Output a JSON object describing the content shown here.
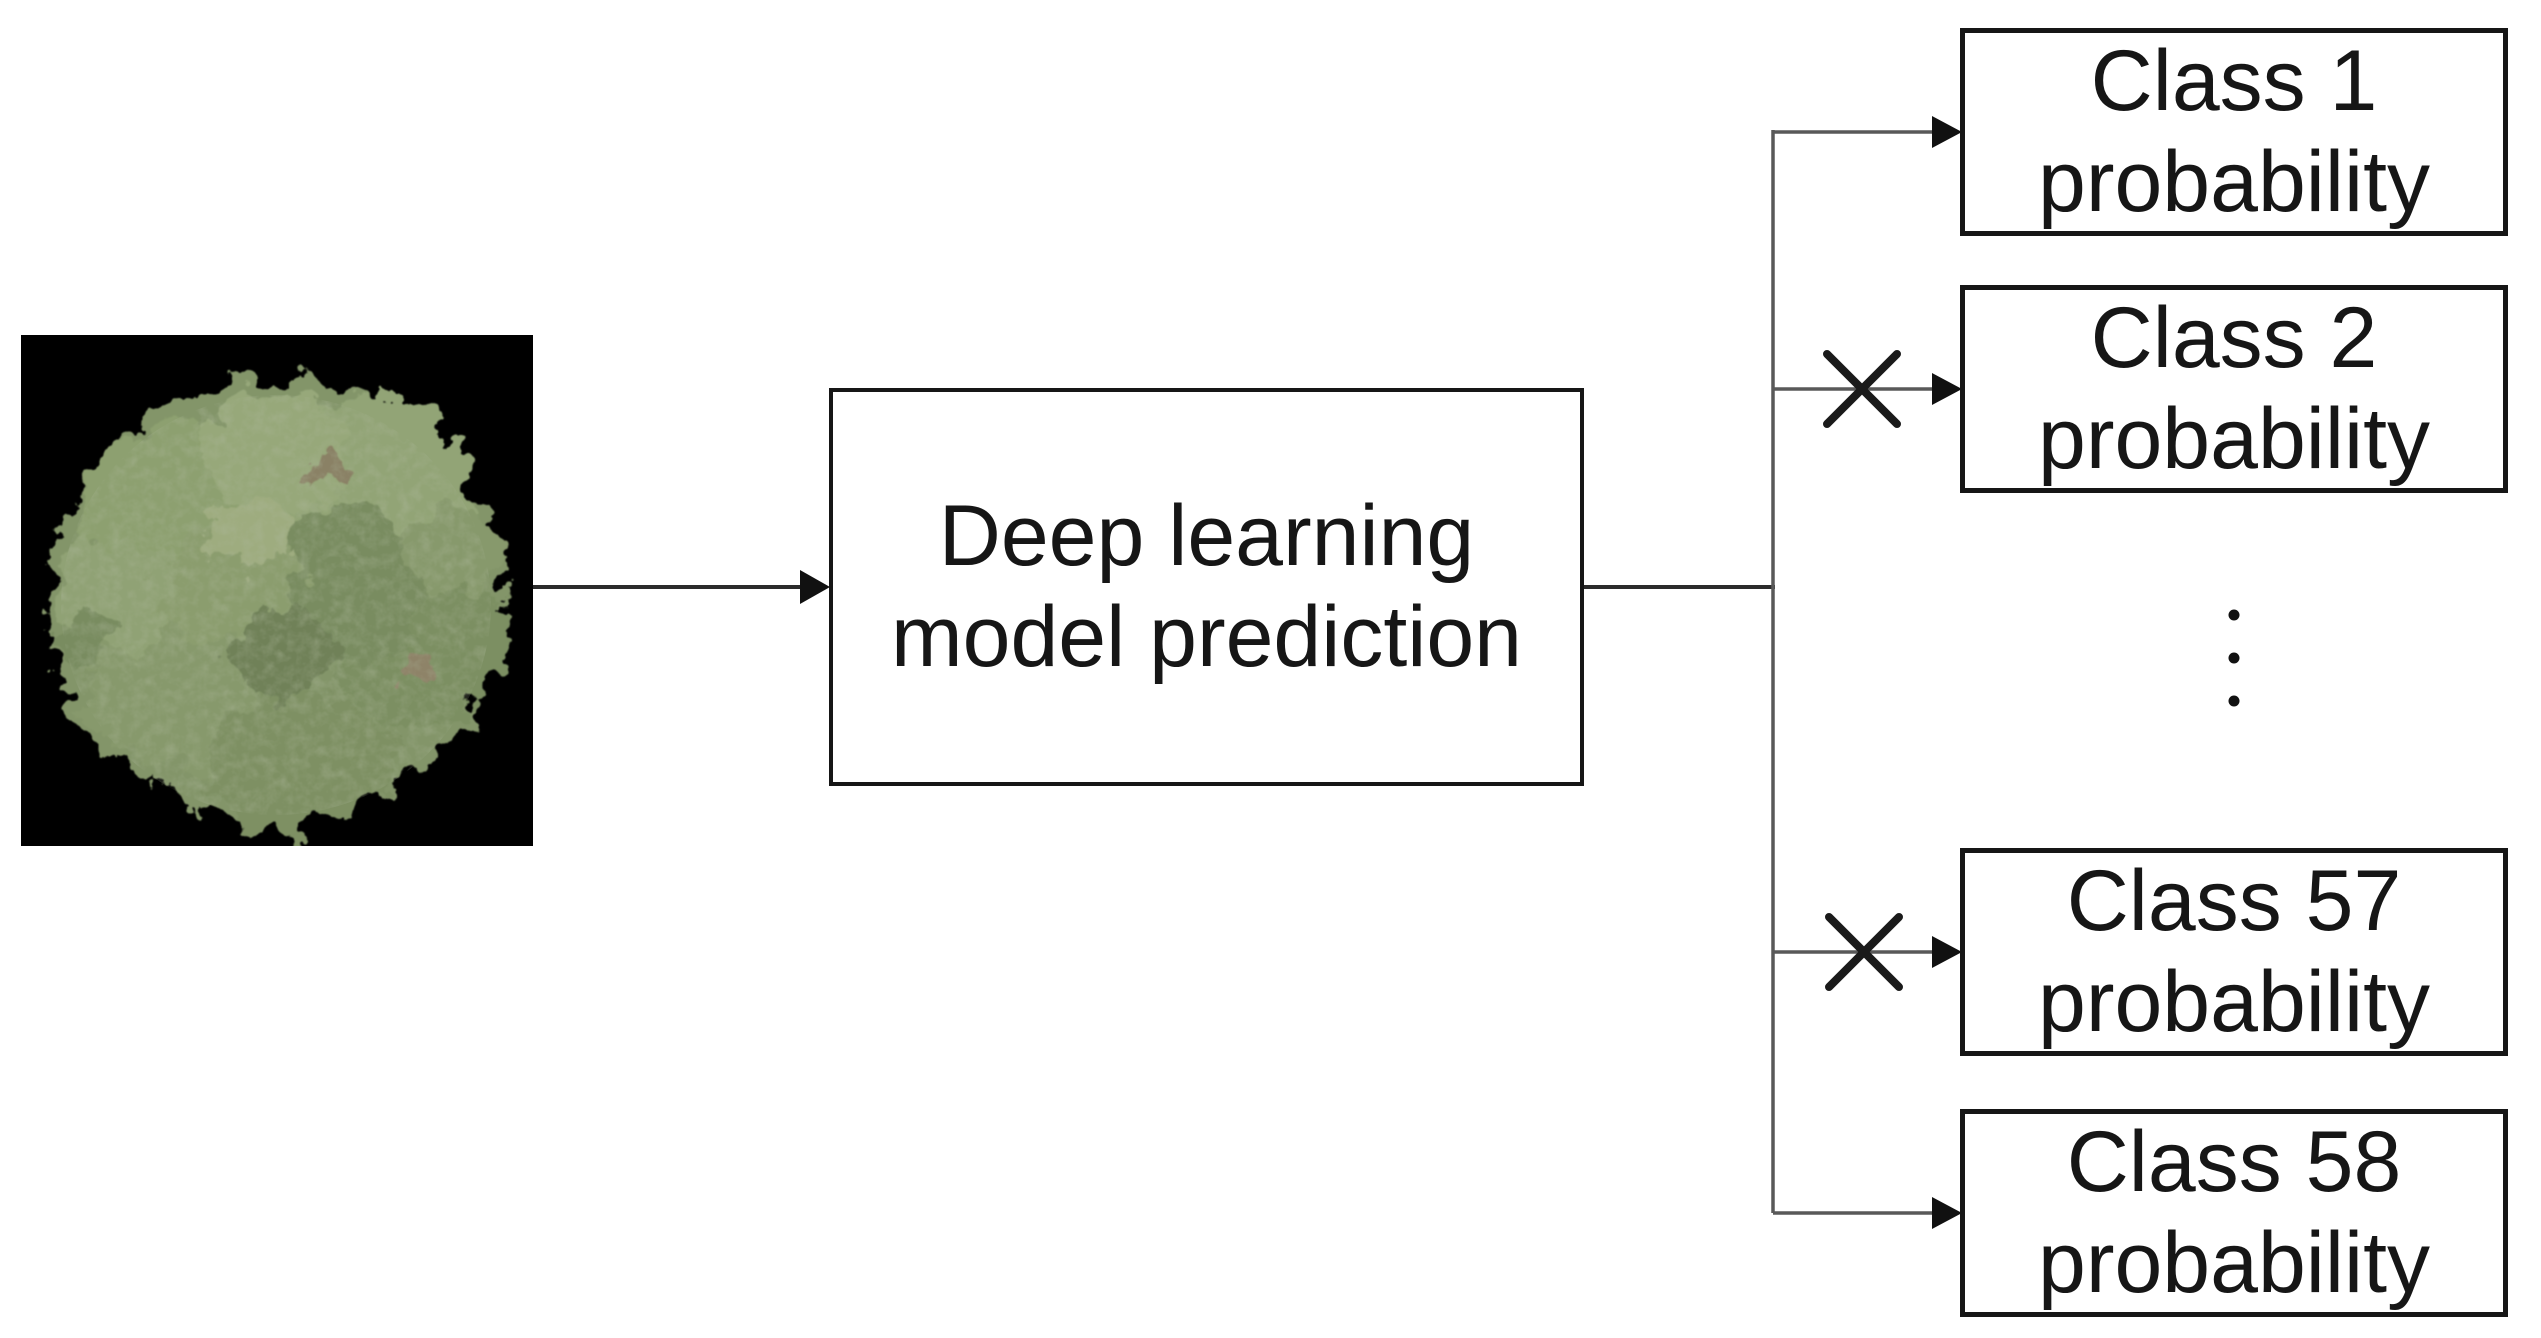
{
  "diagram": {
    "input_image": {
      "icon": "tree-crown-aerial-photo",
      "background": "#000000",
      "palette": [
        "#839569",
        "#8da06f",
        "#92a476",
        "#7c8f62",
        "#87996c",
        "#7e9064",
        "#90a274",
        "#97a87a",
        "#798c60",
        "#8b9d6e",
        "#6f8158",
        "#9eac7f",
        "#8e8367",
        "#8a8165"
      ]
    },
    "model_box": {
      "line1": "Deep learning",
      "line2": "model prediction"
    },
    "class_boxes": [
      {
        "line1": "Class 1",
        "line2": "probability",
        "crossed_out": false
      },
      {
        "line1": "Class 2",
        "line2": "probability",
        "crossed_out": true
      },
      {
        "line1": "Class 57",
        "line2": "probability",
        "crossed_out": true
      },
      {
        "line1": "Class 58",
        "line2": "probability",
        "crossed_out": false
      }
    ],
    "icons": {
      "cross": "✕",
      "vertical_ellipsis": "⋮",
      "arrowhead": "▶"
    },
    "colors": {
      "box_border": "#161616",
      "text": "#161616",
      "branch_line": "#595959",
      "flow_line": "#2b2b2b",
      "arrowhead": "#111111",
      "cross": "#1a1a1a",
      "dots": "#111111",
      "background": "#ffffff",
      "image_background": "#000000"
    }
  }
}
